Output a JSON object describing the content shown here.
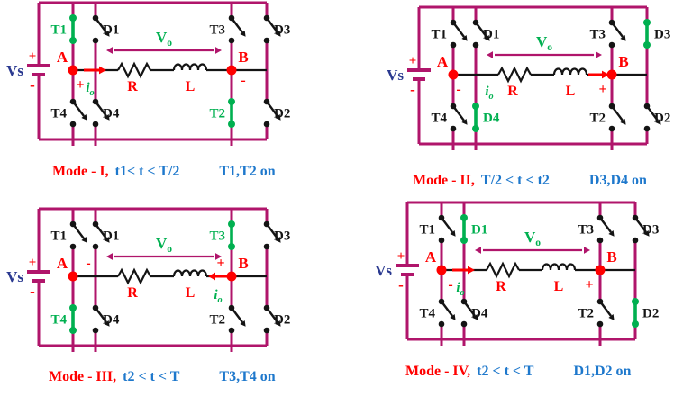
{
  "colors": {
    "wire": "#B0156B",
    "green": "#00B050",
    "red": "#FF0000",
    "blue": "#1E78CC",
    "navy": "#2A3990",
    "black": "#141414"
  },
  "shared": {
    "source_label": "Vs",
    "source_plus": "+",
    "source_minus": "-",
    "node_a": "A",
    "node_b": "B",
    "resistor_label": "R",
    "inductor_label": "L",
    "vo_base": "V",
    "vo_sub": "o",
    "io_base": "i",
    "io_sub": "o"
  },
  "modes": [
    {
      "id": "mode-i",
      "caption": {
        "mode": "Mode - I,",
        "time": "t1< t < T/2",
        "devices": "T1,T2 on"
      },
      "a_sign": "+",
      "b_sign": "-",
      "io": {
        "arrow_at": "A",
        "dir": "right"
      },
      "devices": [
        {
          "name": "T1",
          "on": true,
          "label_green": true
        },
        {
          "name": "D1",
          "on": false,
          "label_green": false
        },
        {
          "name": "T3",
          "on": false,
          "label_green": false
        },
        {
          "name": "D3",
          "on": false,
          "label_green": false
        },
        {
          "name": "T4",
          "on": false,
          "label_green": false
        },
        {
          "name": "D4",
          "on": false,
          "label_green": false
        },
        {
          "name": "T2",
          "on": true,
          "label_green": true
        },
        {
          "name": "D2",
          "on": false,
          "label_green": false
        }
      ]
    },
    {
      "id": "mode-ii",
      "caption": {
        "mode": "Mode - II,",
        "time": "T/2 < t < t2",
        "devices": "D3,D4 on"
      },
      "a_sign": "-",
      "b_sign": "+",
      "io": {
        "arrow_at": "B",
        "dir": "right"
      },
      "devices": [
        {
          "name": "T1",
          "on": false,
          "label_green": false
        },
        {
          "name": "D1",
          "on": false,
          "label_green": false
        },
        {
          "name": "T3",
          "on": false,
          "label_green": false
        },
        {
          "name": "D3",
          "on": true,
          "label_green": false
        },
        {
          "name": "T4",
          "on": false,
          "label_green": false
        },
        {
          "name": "D4",
          "on": true,
          "label_green": true
        },
        {
          "name": "T2",
          "on": false,
          "label_green": false
        },
        {
          "name": "D2",
          "on": false,
          "label_green": false
        }
      ]
    },
    {
      "id": "mode-iii",
      "caption": {
        "mode": "Mode - III,",
        "time": "t2 < t < T",
        "devices": "T3,T4 on"
      },
      "a_sign": "-",
      "b_sign": "+",
      "io": {
        "arrow_at": "B",
        "dir": "left"
      },
      "devices": [
        {
          "name": "T1",
          "on": false,
          "label_green": false
        },
        {
          "name": "D1",
          "on": false,
          "label_green": false
        },
        {
          "name": "T3",
          "on": true,
          "label_green": true
        },
        {
          "name": "D3",
          "on": false,
          "label_green": false
        },
        {
          "name": "T4",
          "on": true,
          "label_green": true
        },
        {
          "name": "D4",
          "on": false,
          "label_green": false
        },
        {
          "name": "T2",
          "on": false,
          "label_green": false
        },
        {
          "name": "D2",
          "on": false,
          "label_green": false
        }
      ]
    },
    {
      "id": "mode-iv",
      "caption": {
        "mode": "Mode - IV,",
        "time": "t2 < t < T",
        "devices": "D1,D2 on"
      },
      "a_sign": "-",
      "b_sign": "+",
      "io": {
        "arrow_at": "A",
        "dir": "right"
      },
      "devices": [
        {
          "name": "T1",
          "on": false,
          "label_green": false
        },
        {
          "name": "D1",
          "on": true,
          "label_green": true
        },
        {
          "name": "T3",
          "on": false,
          "label_green": false
        },
        {
          "name": "D3",
          "on": false,
          "label_green": false
        },
        {
          "name": "T4",
          "on": false,
          "label_green": false
        },
        {
          "name": "D4",
          "on": false,
          "label_green": false
        },
        {
          "name": "T2",
          "on": false,
          "label_green": false
        },
        {
          "name": "D2",
          "on": true,
          "label_green": false
        }
      ]
    }
  ]
}
